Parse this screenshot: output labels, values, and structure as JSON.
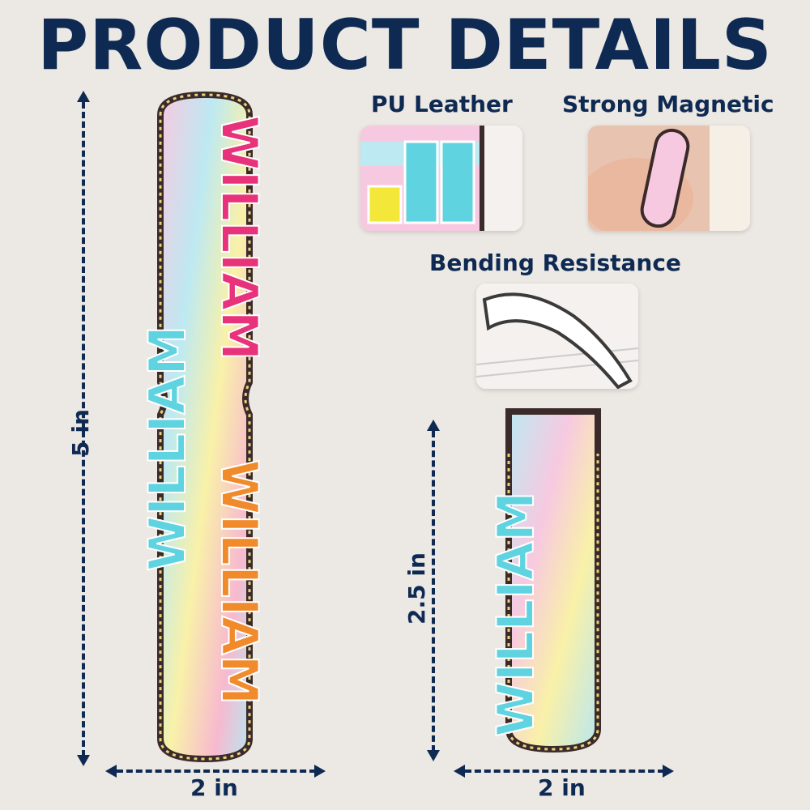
{
  "title": "PRODUCT DETAILS",
  "features": {
    "pu_leather": "PU Leather",
    "strong_magnetic": "Strong Magnetic",
    "bending_resistance": "Bending Resistance"
  },
  "dimensions": {
    "long_height": "5 in",
    "long_width": "2 in",
    "short_height": "2.5 in",
    "short_width": "2 in"
  },
  "bookmark_text": "WILLIAM",
  "colors": {
    "navy": "#0f2a52",
    "background": "#ece8e4",
    "pink": "#e8327a",
    "cyan": "#5fd3e0",
    "yellow": "#f3e83a",
    "orange": "#f08a2a"
  }
}
